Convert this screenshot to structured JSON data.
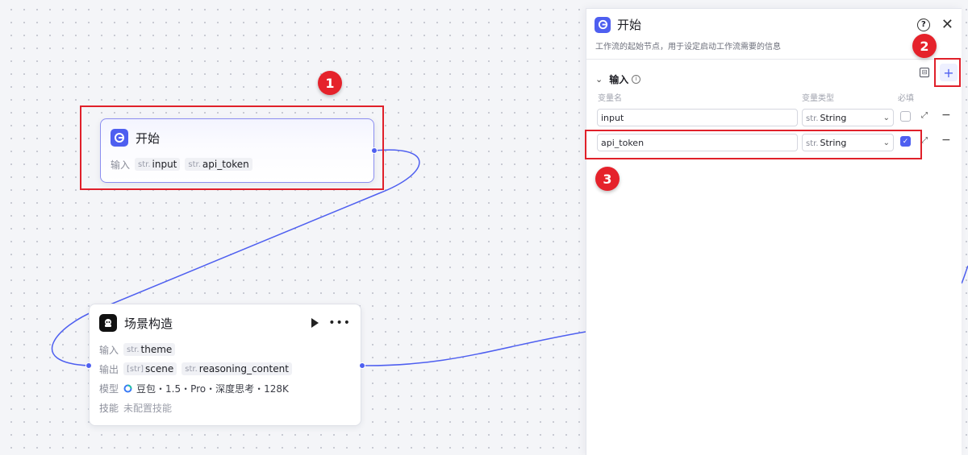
{
  "start_node": {
    "title": "开始",
    "input_label": "输入",
    "inputs": [
      {
        "type": "str.",
        "name": "input"
      },
      {
        "type": "str.",
        "name": "api_token"
      }
    ]
  },
  "scene_node": {
    "title": "场景构造",
    "input_label": "输入",
    "inputs": [
      {
        "type": "str.",
        "name": "theme"
      }
    ],
    "output_label": "输出",
    "outputs": [
      {
        "type": "[str]",
        "name": "scene"
      },
      {
        "type": "str.",
        "name": "reasoning_content"
      }
    ],
    "model_label": "模型",
    "model_value": "豆包・1.5・Pro・深度思考・128K",
    "skills_label": "技能",
    "skills_value": "未配置技能"
  },
  "panel": {
    "title": "开始",
    "description": "工作流的起始节点，用于设定启动工作流需要的信息",
    "section_title": "输入",
    "col_name": "变量名",
    "col_type": "变量类型",
    "col_required": "必填",
    "rows": [
      {
        "name": "input",
        "type_prefix": "str.",
        "type": "String",
        "required": false
      },
      {
        "name": "api_token",
        "type_prefix": "str.",
        "type": "String",
        "required": true
      }
    ]
  },
  "badges": [
    "1",
    "2",
    "3"
  ],
  "colors": {
    "accent": "#4e5ff0",
    "highlight": "#e0202a"
  }
}
